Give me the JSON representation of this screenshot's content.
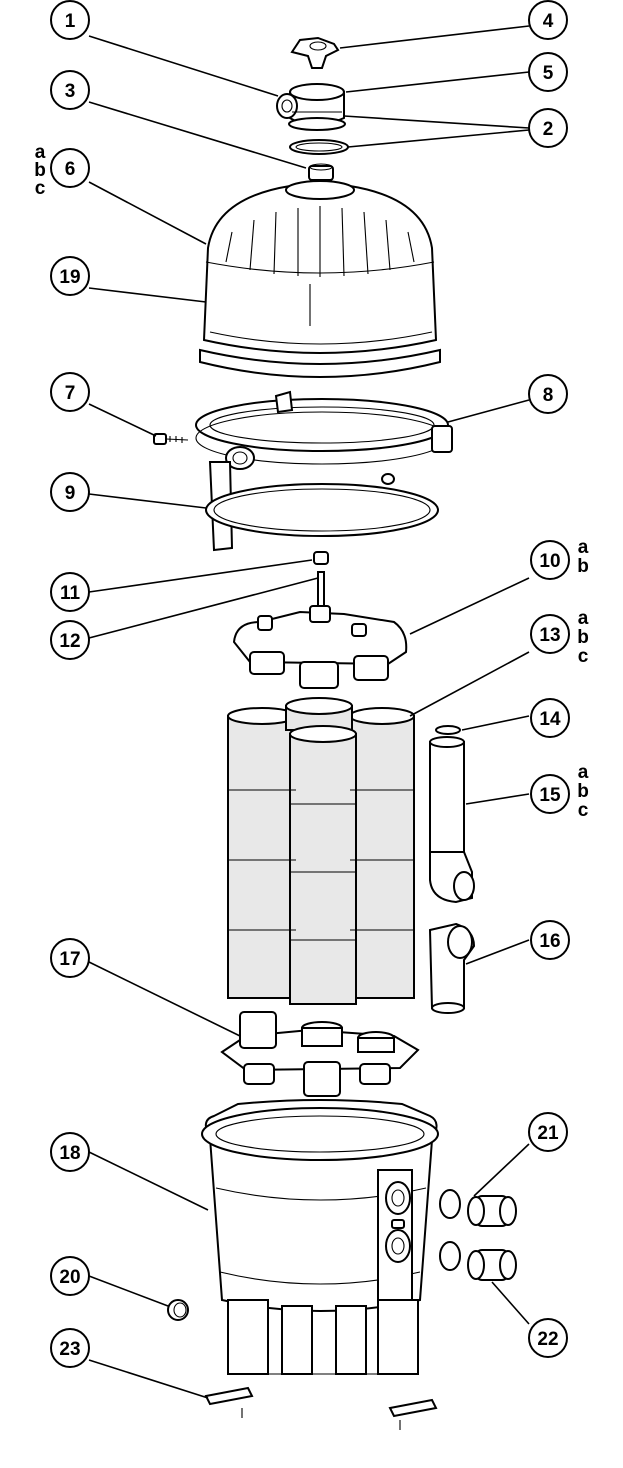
{
  "callouts": [
    {
      "id": "c1",
      "number": "1"
    },
    {
      "id": "c2",
      "number": "2"
    },
    {
      "id": "c3",
      "number": "3"
    },
    {
      "id": "c4",
      "number": "4"
    },
    {
      "id": "c5",
      "number": "5"
    },
    {
      "id": "c6",
      "number": "6",
      "variants": [
        "a",
        "b",
        "c"
      ]
    },
    {
      "id": "c7",
      "number": "7"
    },
    {
      "id": "c8",
      "number": "8"
    },
    {
      "id": "c9",
      "number": "9"
    },
    {
      "id": "c10",
      "number": "10",
      "variants": [
        "a",
        "b"
      ]
    },
    {
      "id": "c11",
      "number": "11"
    },
    {
      "id": "c12",
      "number": "12"
    },
    {
      "id": "c13",
      "number": "13",
      "variants": [
        "a",
        "b",
        "c"
      ]
    },
    {
      "id": "c14",
      "number": "14"
    },
    {
      "id": "c15",
      "number": "15",
      "variants": [
        "a",
        "b",
        "c"
      ]
    },
    {
      "id": "c16",
      "number": "16"
    },
    {
      "id": "c17",
      "number": "17"
    },
    {
      "id": "c18",
      "number": "18"
    },
    {
      "id": "c19",
      "number": "19"
    },
    {
      "id": "c20",
      "number": "20"
    },
    {
      "id": "c21",
      "number": "21"
    },
    {
      "id": "c22",
      "number": "22"
    },
    {
      "id": "c23",
      "number": "23"
    }
  ],
  "colors": {
    "line": "#000000",
    "background": "#ffffff",
    "shade": "#e8e8e8"
  }
}
